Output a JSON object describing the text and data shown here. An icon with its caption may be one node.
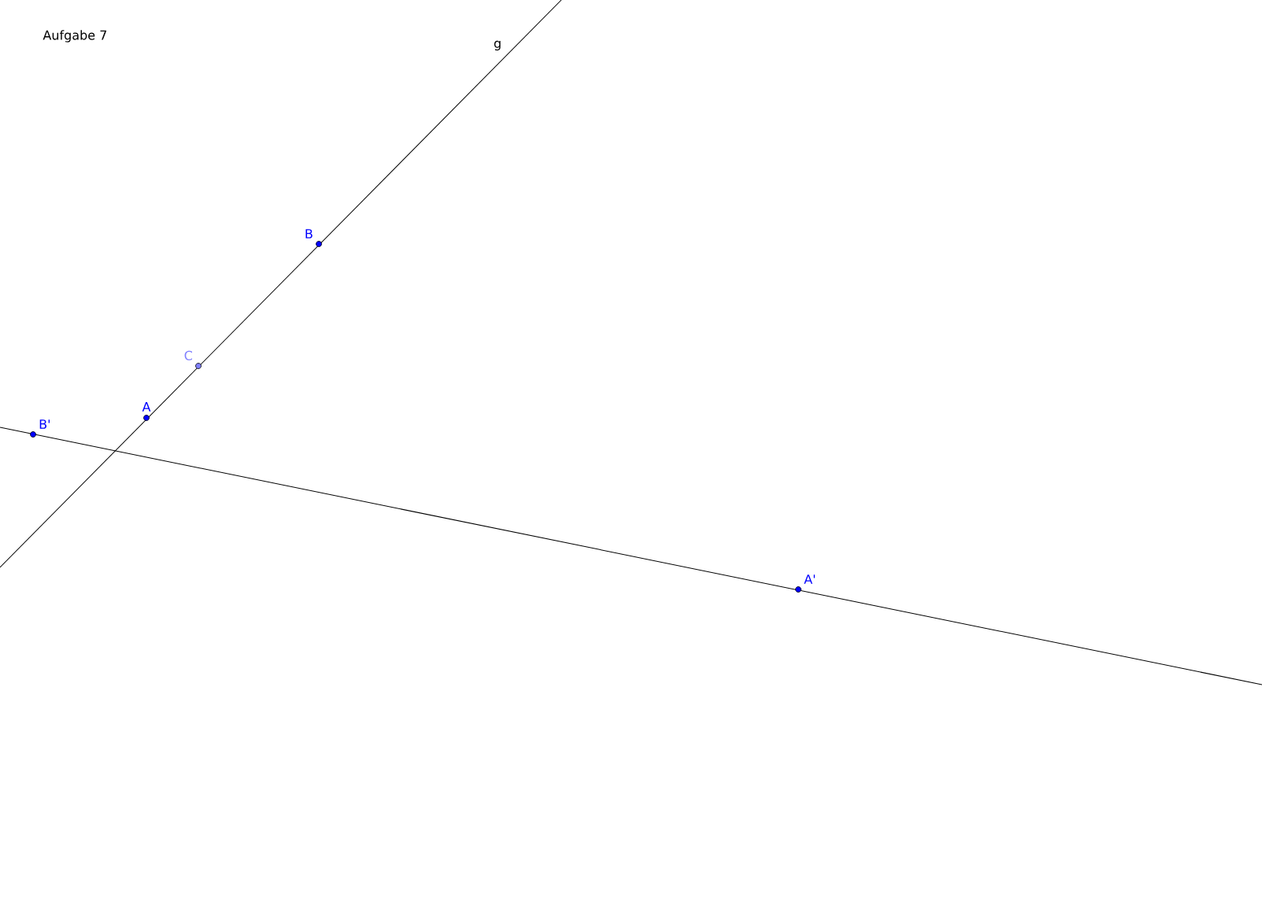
{
  "diagram": {
    "nodes": [
      {
        "text": [
          "B"
        ]
      },
      {
        "text": [
          "C"
        ]
      },
      {
        "text": [
          "A"
        ]
      },
      {
        "text": [
          "B'"
        ]
      },
      {
        "text": [
          "A'"
        ]
      }
    ],
    "labels": [
      "Aufgabe 7",
      "g"
    ]
  }
}
